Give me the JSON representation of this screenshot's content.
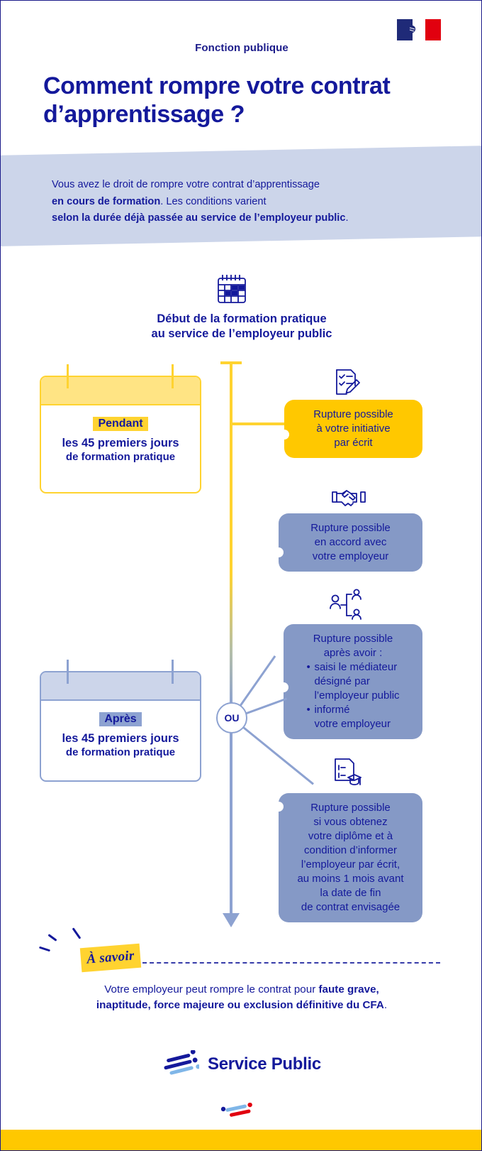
{
  "header": {
    "eyebrow": "Fonction publique",
    "title": "Comment rompre votre contrat d’apprentissage ?",
    "logo_alt": "République Française"
  },
  "intro": {
    "line1_a": "Vous avez le droit de rompre votre contrat d’apprentissage",
    "line2_b": "en cours de formation",
    "line2_a": ". Les conditions varient",
    "line3_b": "selon la durée déjà passée au service de l’employeur public",
    "line3_a": "."
  },
  "timeline": {
    "start_icon": "calendar-icon",
    "start_label_line1": "Début de la formation pratique",
    "start_label_line2": "au service de l’employeur public",
    "or_node": "OU"
  },
  "periods": [
    {
      "id": "pendant",
      "highlight": "Pendant",
      "line1": "les 45 premiers jours",
      "line2": "de formation pratique",
      "color": "#ffd330"
    },
    {
      "id": "apres",
      "highlight": "Après",
      "line1": "les 45 premiers jours",
      "line2": "de formation pratique",
      "color": "#8da2d1"
    }
  ],
  "options": [
    {
      "id": "initiative",
      "icon": "checklist-pen-icon",
      "style": "yellow",
      "lines": [
        "Rupture possible",
        "à votre initiative",
        "par écrit"
      ]
    },
    {
      "id": "accord",
      "icon": "handshake-icon",
      "style": "blue",
      "lines": [
        "Rupture possible",
        "en accord avec",
        "votre employeur"
      ]
    },
    {
      "id": "mediateur",
      "icon": "mediation-people-icon",
      "style": "blue",
      "lines": [
        "Rupture possible",
        "après avoir :"
      ],
      "bullets": [
        [
          "saisi le médiateur",
          "désigné par",
          "l’employeur public"
        ],
        [
          "informé",
          "votre employeur"
        ]
      ]
    },
    {
      "id": "diplome",
      "icon": "diploma-icon",
      "style": "blue",
      "lines": [
        "Rupture possible",
        "si vous obtenez",
        "votre diplôme et à",
        "condition d’informer",
        "l’employeur par écrit,",
        "au moins 1 mois avant",
        "la date de fin",
        "de contrat envisagée"
      ]
    }
  ],
  "callout": {
    "badge": "À savoir",
    "text_a": "Votre employeur peut rompre le contrat pour ",
    "text_b1": "faute grave,",
    "text_b2": "inaptitude, force majeure ou exclusion définitive du CFA",
    "text_c": "."
  },
  "footer": {
    "brand": "Service Public",
    "logo_alt": "service-public-logo"
  },
  "colors": {
    "navy": "#14199b",
    "yellow": "#ffd330",
    "yellow_deep": "#ffc800",
    "blue_mid": "#8da2d1",
    "blue_box": "#8599c6",
    "blue_light": "#ccd5ea"
  }
}
